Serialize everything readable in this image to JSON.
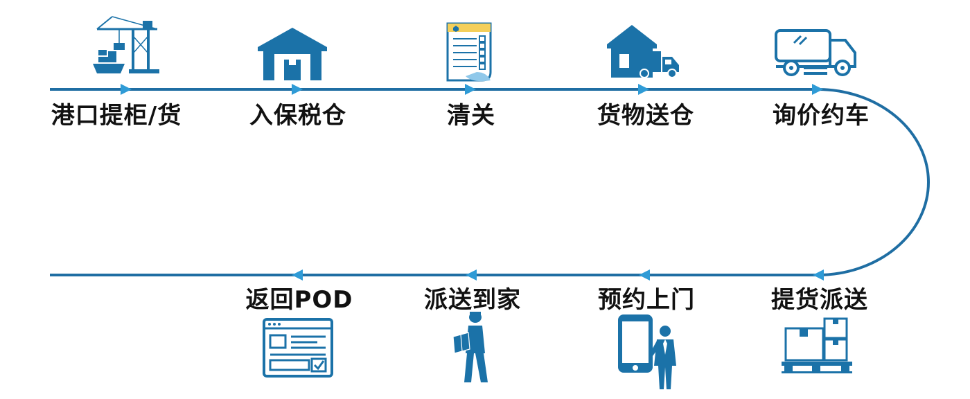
{
  "diagram": {
    "colors": {
      "line": "#1f6ea3",
      "arrow": "#2f9bd6",
      "icon": "#1b72a8",
      "icon_light": "#ffffff"
    },
    "top_row": [
      {
        "label": "港口提柜/货",
        "icon": "port-crane-ship-icon"
      },
      {
        "label": "入保税仓",
        "icon": "warehouse-icon"
      },
      {
        "label": "清关",
        "icon": "checklist-document-icon"
      },
      {
        "label": "货物送仓",
        "icon": "warehouse-truck-icon"
      },
      {
        "label": "询价约车",
        "icon": "delivery-truck-icon"
      }
    ],
    "bottom_row": [
      {
        "label": "返回POD",
        "icon": "web-form-check-icon"
      },
      {
        "label": "派送到家",
        "icon": "courier-carrying-box-icon"
      },
      {
        "label": "预约上门",
        "icon": "smartphone-businessman-icon"
      },
      {
        "label": "提货派送",
        "icon": "pallet-boxes-icon"
      }
    ]
  }
}
